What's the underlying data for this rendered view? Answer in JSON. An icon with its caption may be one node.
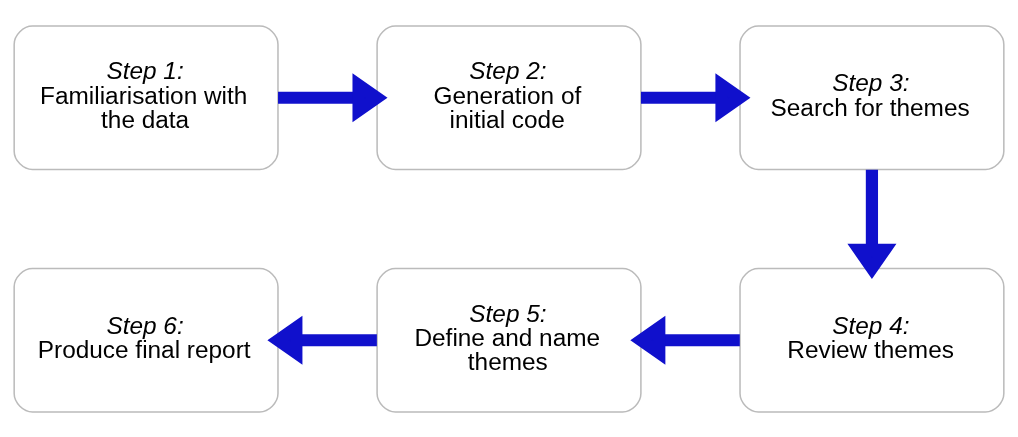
{
  "diagram": {
    "nodes": [
      {
        "text": [
          "Step 1:",
          "Familiarisation with the data"
        ]
      },
      {
        "text": [
          "Step 2:",
          "Generation of initial code"
        ]
      },
      {
        "text": [
          "Step 3:",
          "Search for themes"
        ]
      },
      {
        "text": [
          "Step 4:",
          "Review themes"
        ]
      },
      {
        "text": [
          "Step 5:",
          "Define and name themes"
        ]
      },
      {
        "text": [
          "Step 6:",
          "Produce final report"
        ]
      }
    ],
    "edges": [
      {
        "from": 0,
        "to": 1,
        "arrow": "to"
      },
      {
        "from": 1,
        "to": 2,
        "arrow": "to"
      },
      {
        "from": 2,
        "to": 3,
        "arrow": "to"
      },
      {
        "from": 3,
        "to": 4,
        "arrow": "to"
      },
      {
        "from": 4,
        "to": 5,
        "arrow": "to"
      }
    ]
  }
}
